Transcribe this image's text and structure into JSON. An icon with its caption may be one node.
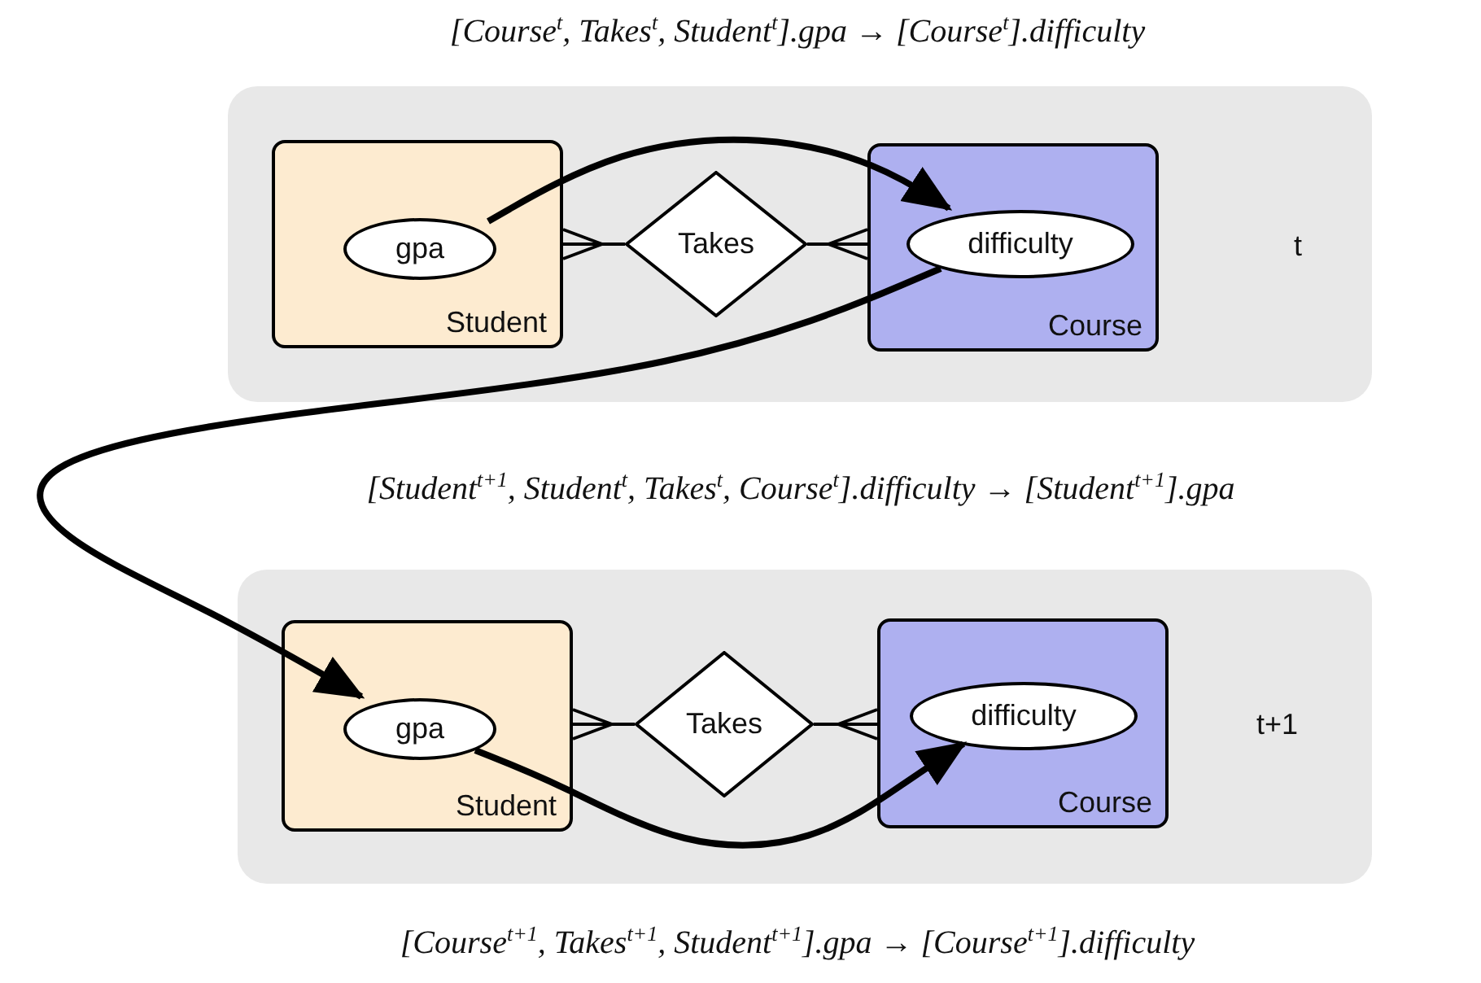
{
  "diagram": {
    "nodes": [
      {
        "text": [
          "t"
        ]
      },
      {
        "text": [
          "Student"
        ],
        "in": 0
      },
      {
        "text": [
          "gpa"
        ],
        "in": 1
      },
      {
        "text": [
          "Takes"
        ],
        "in": 0
      },
      {
        "text": [
          "Course"
        ],
        "in": 0
      },
      {
        "text": [
          "difficulty"
        ],
        "in": 4
      },
      {
        "text": [
          "t+1"
        ]
      },
      {
        "text": [
          "Student"
        ],
        "in": 6
      },
      {
        "text": [
          "gpa"
        ],
        "in": 7
      },
      {
        "text": [
          "Takes"
        ],
        "in": 6
      },
      {
        "text": [
          "Course"
        ],
        "in": 6
      },
      {
        "text": [
          "difficulty"
        ],
        "in": 10
      }
    ],
    "edges": [
      {
        "from": 1,
        "to": 3,
        "arrow": "other"
      },
      {
        "from": 4,
        "to": 3,
        "arrow": "other"
      },
      {
        "from": 2,
        "to": 5,
        "arrow": "to",
        "style": "thick"
      },
      {
        "from": 5,
        "to": 8,
        "arrow": "to",
        "style": "thick"
      },
      {
        "from": 7,
        "to": 9,
        "arrow": "other"
      },
      {
        "from": 10,
        "to": 9,
        "arrow": "other"
      },
      {
        "from": 8,
        "to": 11,
        "arrow": "to",
        "style": "thick"
      }
    ],
    "labels": [
      "[Course$^{t}$, Takes$^{t}$, Student$^{t}$].gpa → [Course$^{t}$].difficulty",
      "[Student$^{t+1}$, Student$^{t}$, Takes$^{t}$, Course$^{t}$].difficulty → [Student$^{t+1}$].gpa",
      "[Course$^{t+1}$, Takes$^{t+1}$, Student$^{t+1}$].gpa → [Course$^{t+1}$].difficulty"
    ]
  }
}
